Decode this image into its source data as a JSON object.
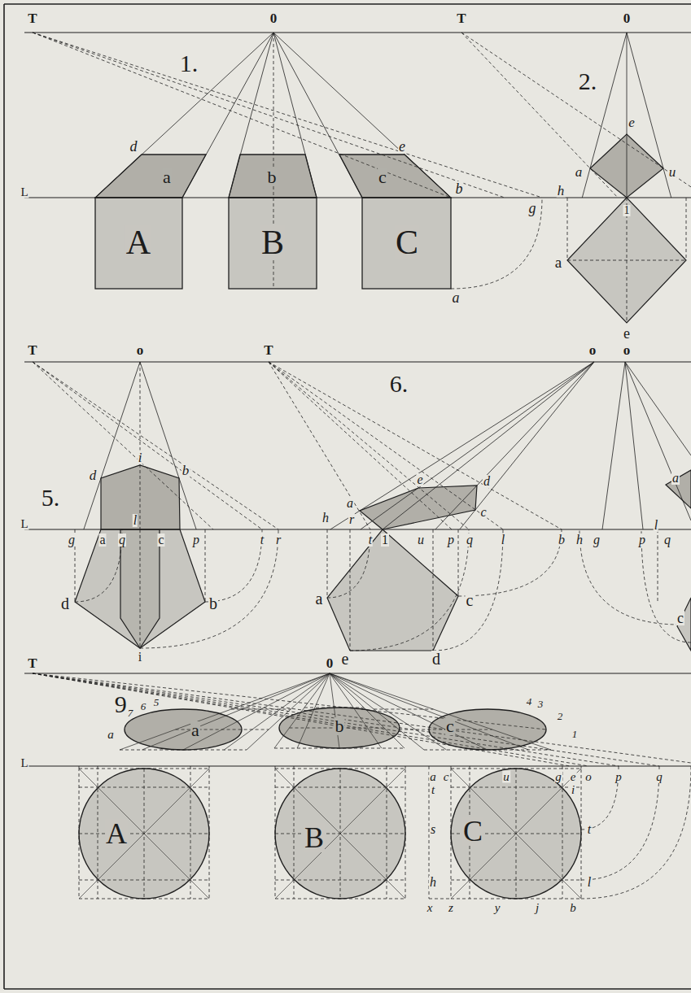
{
  "diagram": {
    "nodes": [
      {
        "text": [
          "a"
        ]
      },
      {
        "text": [
          "b"
        ]
      },
      {
        "text": [
          "c"
        ]
      },
      {
        "text": [
          "A"
        ]
      },
      {
        "text": [
          "B"
        ]
      },
      {
        "text": [
          "C"
        ]
      },
      {
        "text": [
          "a"
        ]
      },
      {
        "text": [
          "b"
        ]
      },
      {
        "text": [
          "c"
        ]
      },
      {
        "text": [
          "A"
        ]
      },
      {
        "text": [
          "B"
        ]
      },
      {
        "text": [
          "C"
        ]
      }
    ],
    "labels": [
      "T",
      "0",
      "T",
      "0",
      "1.",
      "2.",
      "L",
      "d",
      "e",
      "b",
      "g",
      "a",
      "e",
      "a",
      "u",
      "h",
      "1",
      "a",
      "e",
      "T",
      "o",
      "T",
      "o",
      "o",
      "5.",
      "6.",
      "L",
      "d",
      "i",
      "b",
      "g",
      "a",
      "q",
      "l",
      "c",
      "p",
      "t",
      "r",
      "d",
      "b",
      "i",
      "h",
      "a",
      "r",
      "e",
      "d",
      "c",
      "t",
      "1",
      "u",
      "p",
      "q",
      "l",
      "b",
      "a",
      "c",
      "e",
      "d",
      "h",
      "g",
      "a",
      "p",
      "l",
      "q",
      "c",
      "T",
      "0",
      "9.",
      "L",
      "a",
      "7",
      "6",
      "5",
      "4",
      "3",
      "2",
      "1",
      "a",
      "c",
      "u",
      "g",
      "e",
      "o",
      "p",
      "q",
      "t",
      "i",
      "s",
      "t",
      "h",
      "l",
      "x",
      "z",
      "y",
      "j",
      "b"
    ]
  }
}
